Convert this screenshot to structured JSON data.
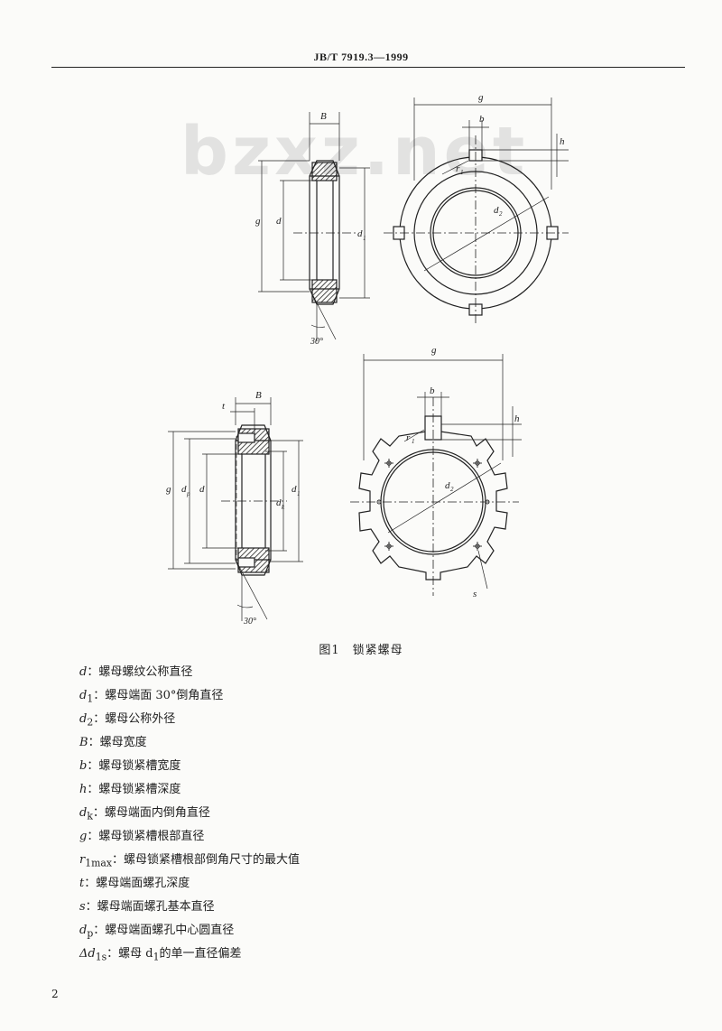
{
  "header": {
    "doc_number": "JB/T 7919.3—1999"
  },
  "watermark": {
    "text": "bzxz.net"
  },
  "figure": {
    "caption": "图1　锁紧螺母",
    "top_left": {
      "B": "B",
      "g": "g",
      "d": "d",
      "d1": "d",
      "d1_sub": "1",
      "angle": "30°"
    },
    "top_right": {
      "g": "g",
      "b": "b",
      "h": "h",
      "r1": "r",
      "r1_sub": "1",
      "d2": "d",
      "d2_sub": "2"
    },
    "bottom_left": {
      "t": "t",
      "B": "B",
      "g": "g",
      "dp": "d",
      "dp_sub": "p",
      "d": "d",
      "dk": "d",
      "dk_sub": "k",
      "d1": "d",
      "d1_sub": "1",
      "angle": "30°"
    },
    "bottom_right": {
      "g": "g",
      "b": "b",
      "h": "h",
      "r1": "r",
      "r1_sub": "1",
      "d2": "d",
      "d2_sub": "2",
      "s": "s"
    }
  },
  "definitions": [
    {
      "symbol": "d",
      "sub": "",
      "text": "：螺母螺纹公称直径"
    },
    {
      "symbol": "d",
      "sub": "1",
      "text": "：螺母端面 30°倒角直径"
    },
    {
      "symbol": "d",
      "sub": "2",
      "text": "：螺母公称外径"
    },
    {
      "symbol": "B",
      "sub": "",
      "text": "：螺母宽度"
    },
    {
      "symbol": "b",
      "sub": "",
      "text": "：螺母锁紧槽宽度"
    },
    {
      "symbol": "h",
      "sub": "",
      "text": "：螺母锁紧槽深度"
    },
    {
      "symbol": "d",
      "sub": "k",
      "text": "：螺母端面内倒角直径"
    },
    {
      "symbol": "g",
      "sub": "",
      "text": "：螺母锁紧槽根部直径"
    },
    {
      "symbol": "r",
      "sub": "1max",
      "text": "：螺母锁紧槽根部倒角尺寸的最大值"
    },
    {
      "symbol": "t",
      "sub": "",
      "text": "：螺母端面螺孔深度"
    },
    {
      "symbol": "s",
      "sub": "",
      "text": "：螺母端面螺孔基本直径"
    },
    {
      "symbol": "d",
      "sub": "p",
      "text": "：螺母端面螺孔中心圆直径"
    },
    {
      "symbol": "Δd",
      "sub": "1s",
      "text": "：螺母 d",
      "sub2": "1",
      "text2": "的单一直径偏差"
    }
  ],
  "page_number": "2"
}
